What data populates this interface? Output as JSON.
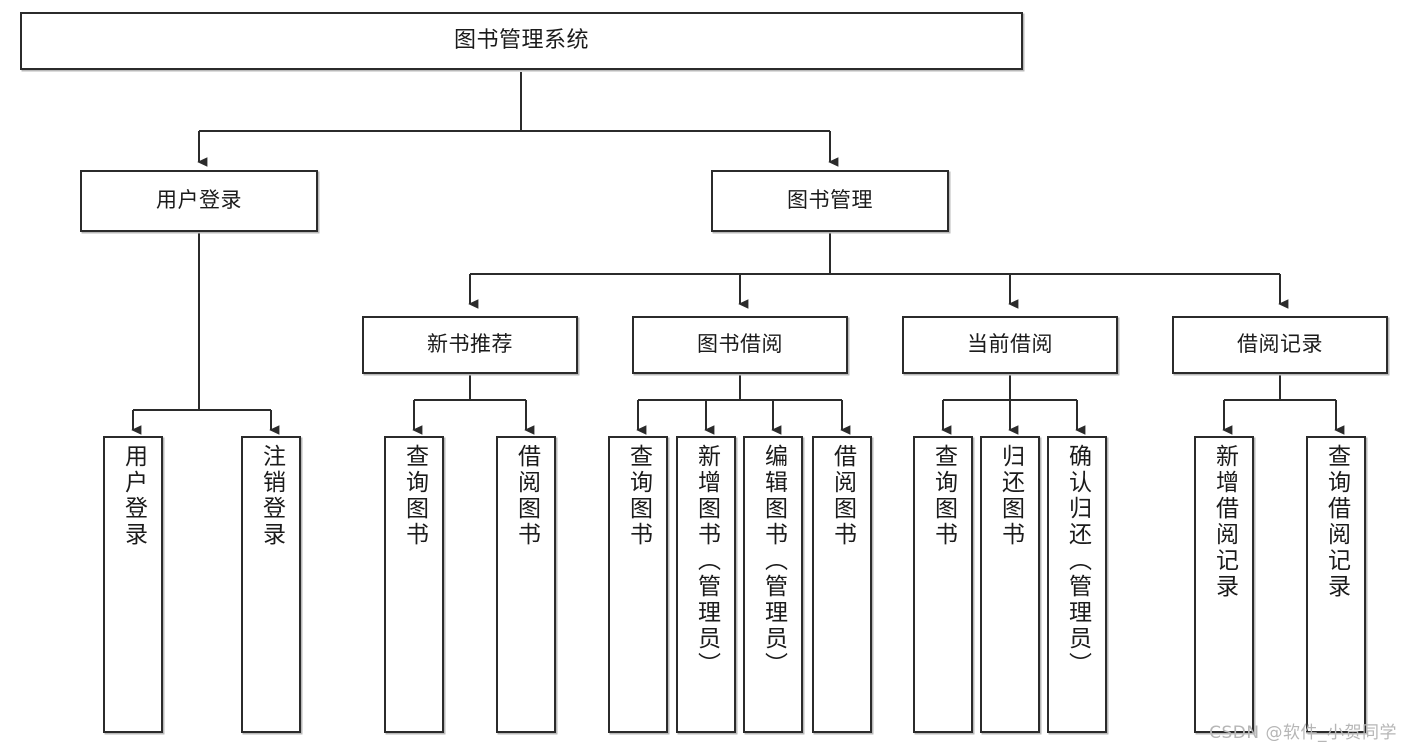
{
  "diagram": {
    "type": "tree",
    "title": "图书管理系统",
    "orientation": "top-down",
    "line_color": "#2b2b2b",
    "box_fill": "#ffffff",
    "box_border": "#2b2b2b",
    "shadow_color": "#b9b9b9",
    "text_color": "#1b1b1b"
  },
  "watermark": "CSDN @软件_小贺同学",
  "nodes": {
    "root": {
      "label": "图书管理系统",
      "level": 1
    },
    "l2": [
      {
        "id": "user-login",
        "label": "用户登录",
        "level": 2
      },
      {
        "id": "book-management",
        "label": "图书管理",
        "level": 2
      }
    ],
    "l3": [
      {
        "id": "new-book-recommend",
        "label": "新书推荐",
        "level": 3,
        "parent": "book-management"
      },
      {
        "id": "book-borrow",
        "label": "图书借阅",
        "level": 3,
        "parent": "book-management"
      },
      {
        "id": "current-borrow",
        "label": "当前借阅",
        "level": 3,
        "parent": "book-management"
      },
      {
        "id": "borrow-record",
        "label": "借阅记录",
        "level": 3,
        "parent": "book-management"
      }
    ],
    "leaves": [
      {
        "id": "leaf-user-login",
        "label": "用户登录",
        "parent": "user-login"
      },
      {
        "id": "leaf-logout",
        "label": "注销登录",
        "parent": "user-login"
      },
      {
        "id": "leaf-query-book-1",
        "label": "查询图书",
        "parent": "new-book-recommend"
      },
      {
        "id": "leaf-borrow-book-1",
        "label": "借阅图书",
        "parent": "new-book-recommend"
      },
      {
        "id": "leaf-query-book-2",
        "label": "查询图书",
        "parent": "book-borrow"
      },
      {
        "id": "leaf-add-book",
        "label": "新增图书（管理员）",
        "parent": "book-borrow"
      },
      {
        "id": "leaf-edit-book",
        "label": "编辑图书（管理员）",
        "parent": "book-borrow"
      },
      {
        "id": "leaf-borrow-book-2",
        "label": "借阅图书",
        "parent": "book-borrow"
      },
      {
        "id": "leaf-query-book-3",
        "label": "查询图书",
        "parent": "current-borrow"
      },
      {
        "id": "leaf-return-book",
        "label": "归还图书",
        "parent": "current-borrow"
      },
      {
        "id": "leaf-confirm-return",
        "label": "确认归还（管理员）",
        "parent": "current-borrow"
      },
      {
        "id": "leaf-add-record",
        "label": "新增借阅记录",
        "parent": "borrow-record"
      },
      {
        "id": "leaf-query-record",
        "label": "查询借阅记录",
        "parent": "borrow-record"
      }
    ]
  }
}
